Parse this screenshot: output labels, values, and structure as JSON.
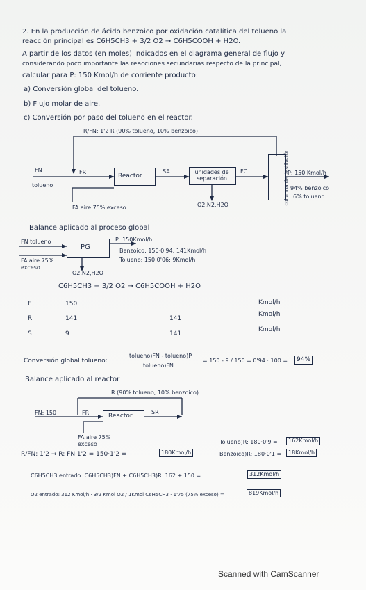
{
  "problem": {
    "line1": "2. En la producción de ácido benzoico por oxidación catalítica del tolueno la",
    "line2": "reacción principal es C6H5CH3 + 3/2 O2 → C6H5COOH + H2O.",
    "line3": "A partir de los datos (en moles) indicados en el diagrama general de flujo y",
    "line4": "considerando poco importante las reacciones secundarias respecto de la principal,",
    "line5": "calcular para P: 150 Kmol/h de corriente producto:",
    "item_a": "a) Conversión global del tolueno.",
    "item_b": "b) Flujo molar de aire.",
    "item_c": "c) Conversión por paso del tolueno en el reactor."
  },
  "diagram1": {
    "recycle_label": "R/FN: 1'2   R (90% tolueno, 10% benzoico)",
    "fn_label": "FN",
    "tolueno_label": "tolueno",
    "fr_label": "FR",
    "reactor_label": "Reactor",
    "sa_label": "SA",
    "separator_label": "unidades de separación",
    "fc_label": "FC",
    "column_label": "columna de destilación",
    "product_label": "P: 150 Kmol/h",
    "product_comp1": "94% benzoico",
    "product_comp2": "6% tolueno",
    "gas_out_label": "O2,N2,H2O",
    "air_label": "FA aire 75% exceso"
  },
  "global_balance": {
    "heading": "Balance aplicado al proceso global",
    "fn_label": "FN tolueno",
    "fa_label": "FA aire 75% exceso",
    "pg_label": "PG",
    "p_label": "P: 150Kmol/h",
    "benzoic_calc": "Benzoico: 150·0'94: 141Kmol/h",
    "toluene_calc": "Tolueno: 150·0'06: 9Kmol/h",
    "gas_label": "O2,N2,H2O"
  },
  "reaction_table": {
    "equation": "C6H5CH3  +  3/2 O2  →  C6H5COOH  +  H2O",
    "rows": [
      {
        "label": "E",
        "col1": "150",
        "col2": "",
        "unit": "Kmol/h"
      },
      {
        "label": "R",
        "col1": "141",
        "col2": "141",
        "unit": "Kmol/h"
      },
      {
        "label": "S",
        "col1": "9",
        "col2": "141",
        "unit": "Kmol/h"
      }
    ]
  },
  "conversion": {
    "prefix": "Conversión global tolueno:",
    "numerator": "tolueno)FN - tolueno)P",
    "denominator": "tolueno)FN",
    "mid": "= 150 - 9 / 150 = 0'94 · 100 =",
    "result": "94%"
  },
  "reactor_balance": {
    "heading": "Balance aplicado al reactor",
    "recycle_label": "R (90% tolueno, 10% benzoico)",
    "fn_label": "FN: 150",
    "fr_label": "FR",
    "reactor_label": "Reactor",
    "sr_label": "SR",
    "air_label": "FA aire 75% exceso",
    "toluene_r": "Tolueno)R: 180·0'9 =",
    "toluene_r_result": "162Kmol/h",
    "benzoic_r": "Benzoico)R: 180·0'1 =",
    "benzoic_r_result": "18Kmol/h",
    "r_calc": "R/FN: 1'2 → R: FN·1'2 = 150·1'2 =",
    "r_result": "180Kmol/h",
    "toluene_in": "C6H5CH3 entrado: C6H5CH3)FN + C6H5CH3)R: 162 + 150 =",
    "toluene_in_result": "312Kmol/h",
    "o2_in": "O2 entrado: 312 Kmol/h · 3/2 Kmol O2 / 1Kmol C6H5CH3 · 1'75 (75% exceso) =",
    "o2_in_result": "819Kmol/h"
  },
  "footer": {
    "watermark": "Scanned with CamScanner"
  }
}
